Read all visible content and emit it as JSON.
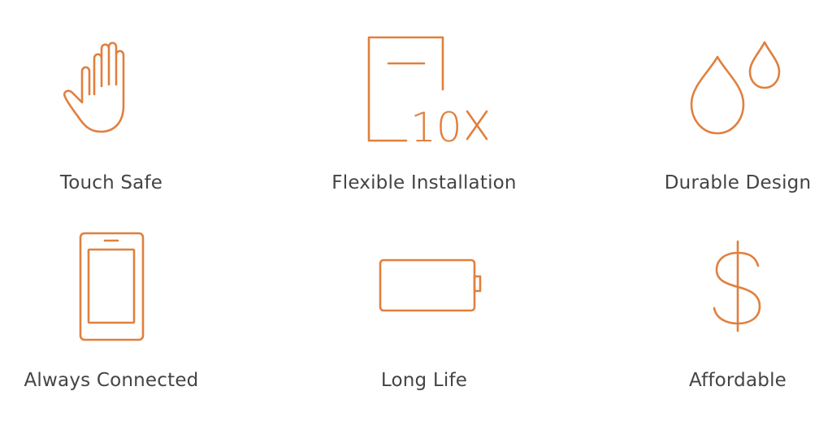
{
  "accent_color": "#E0803E",
  "features": [
    {
      "label": "Touch Safe",
      "icon": "hand-icon"
    },
    {
      "label": "Flexible Installation",
      "icon": "panel-10x-icon",
      "icon_text": "10"
    },
    {
      "label": "Durable Design",
      "icon": "water-drops-icon"
    },
    {
      "label": "Always Connected",
      "icon": "smartphone-icon"
    },
    {
      "label": "Long Life",
      "icon": "battery-icon"
    },
    {
      "label": "Affordable",
      "icon": "dollar-icon"
    }
  ]
}
